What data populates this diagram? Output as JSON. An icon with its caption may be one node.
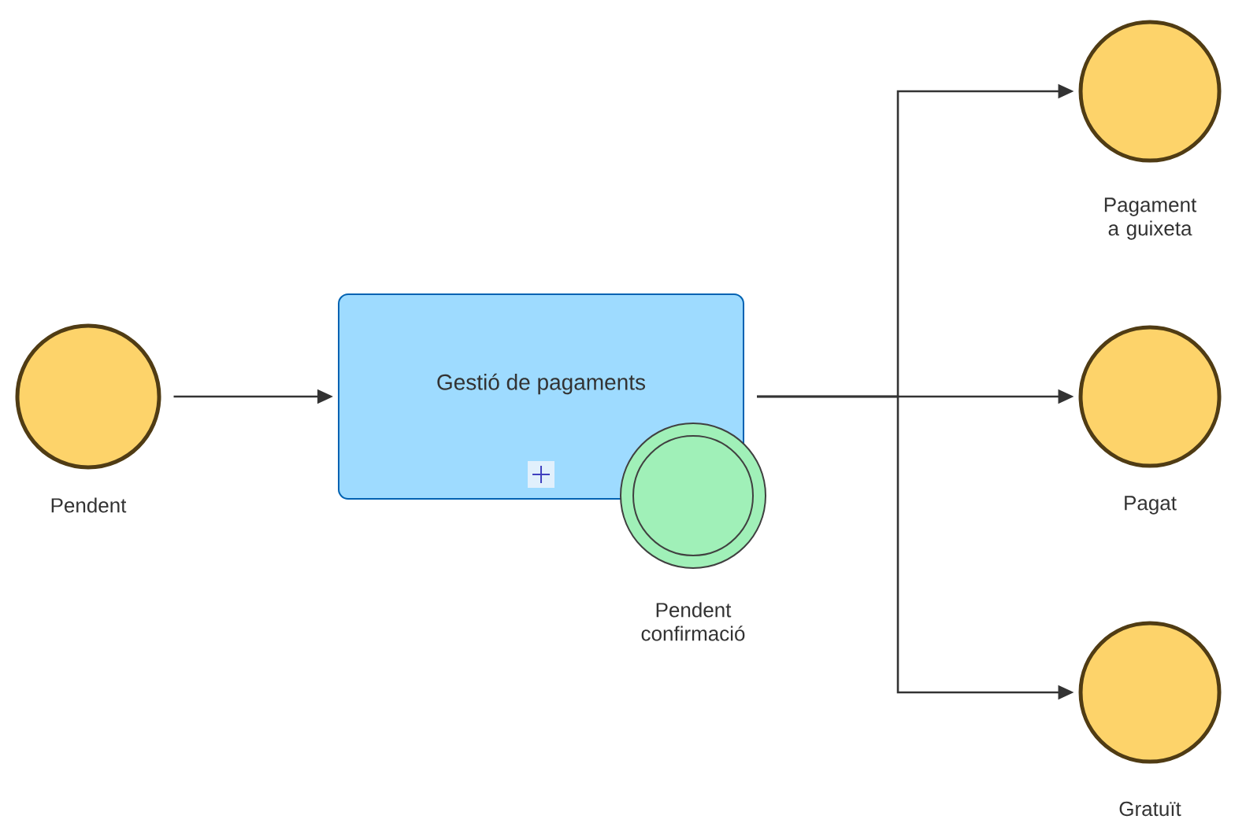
{
  "diagram": {
    "nodes": [
      {
        "text": [
          "Pendent"
        ]
      },
      {
        "text": [
          "Gestió de pagaments"
        ]
      },
      {
        "text": [
          "Pendent confirmació"
        ]
      },
      {
        "text": [
          "Pagament a guixeta"
        ]
      },
      {
        "text": [
          "Pagat"
        ]
      },
      {
        "text": [
          "Gratuït"
        ]
      }
    ],
    "edges": [
      {
        "from": 0,
        "to": 1,
        "arrow": "to"
      },
      {
        "from": 1,
        "to": 3,
        "arrow": "to"
      },
      {
        "from": 1,
        "to": 4,
        "arrow": "to"
      },
      {
        "from": 1,
        "to": 5,
        "arrow": "to"
      }
    ]
  }
}
